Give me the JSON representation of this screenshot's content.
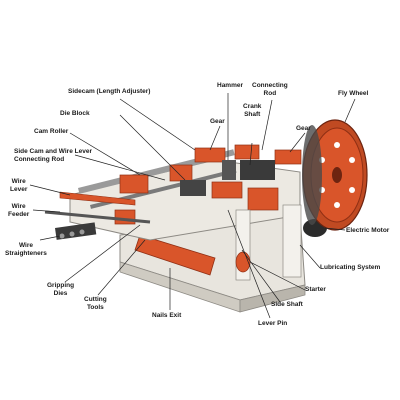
{
  "labels": {
    "sidecam": "Sidecam (Length Adjuster)",
    "hammer": "Hammer",
    "connecting_rod_top_1": "Connecting",
    "connecting_rod_top_2": "Rod",
    "fly_wheel": "Fly Wheel",
    "die_block": "Die Block",
    "gear_left": "Gear",
    "crank_1": "Crank",
    "crank_2": "Shaft",
    "gear_right": "Gear",
    "cam_roller": "Cam Roller",
    "side_cam_1": "Side Cam and Wire Lever",
    "side_cam_2": "Connecting Rod",
    "wire_lever_1": "Wire",
    "wire_lever_2": "Lever",
    "wire_feeder_1": "Wire",
    "wire_feeder_2": "Feeder",
    "electric_motor": "Electric Motor",
    "wire_straight_1": "Wire",
    "wire_straight_2": "Straighteners",
    "lubricating": "Lubricating System",
    "gripping_1": "Gripping",
    "gripping_2": "Dies",
    "starter": "Starter",
    "cutting_1": "Cutting",
    "cutting_2": "Tools",
    "side_shaft": "Side Shaft",
    "nails_exit": "Nails Exit",
    "lever_pin": "Lever Pin"
  },
  "colors": {
    "orange": "#d9552a",
    "orange_dark": "#a8391a",
    "cream": "#ece9e2",
    "steel": "#8a8a8a",
    "dark": "#2b2b2b",
    "leader": "#222222"
  }
}
